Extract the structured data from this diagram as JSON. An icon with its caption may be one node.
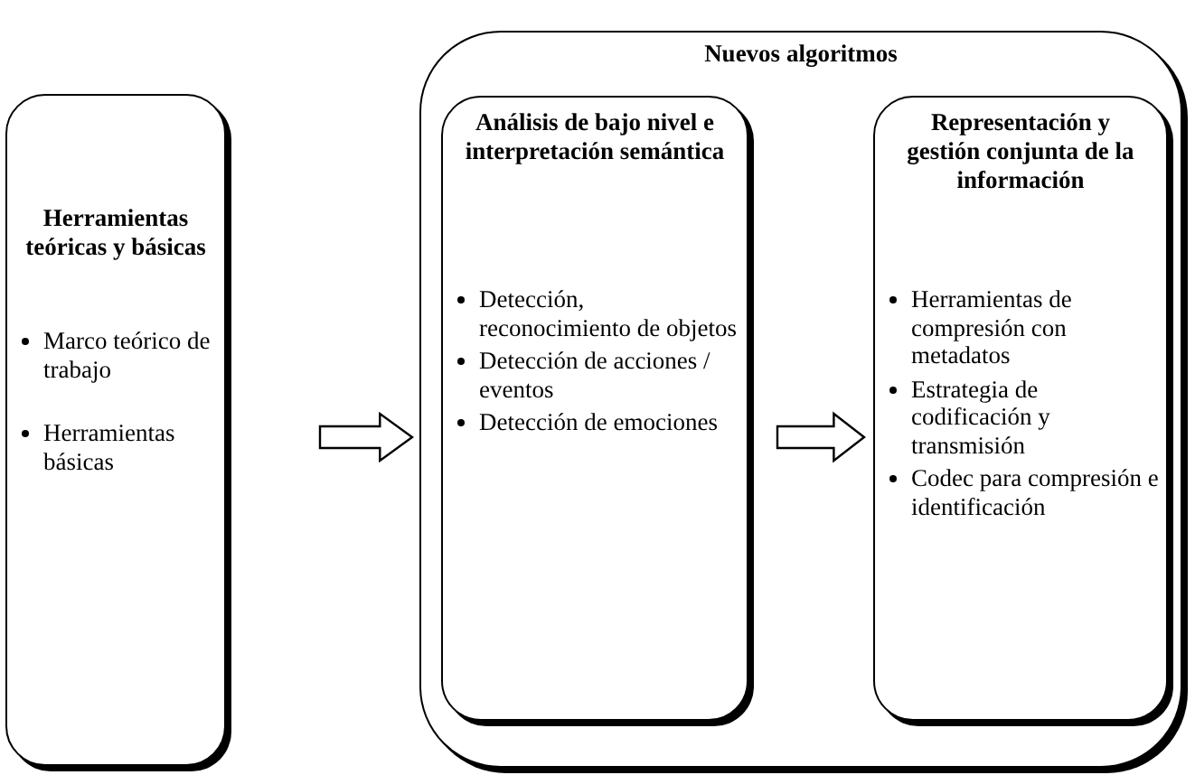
{
  "diagram": {
    "nodes": [
      {
        "text": [
          "Herramientas teóricas y básicas",
          "Marco teórico de trabajo",
          "Herramientas básicas"
        ]
      },
      {
        "text": [
          "Nuevos algoritmos"
        ]
      },
      {
        "text": [
          "Análisis de bajo nivel e interpretación semántica",
          "Detección, reconocimiento de objetos",
          "Detección de acciones / eventos",
          "Detección de emociones"
        ],
        "in": 1
      },
      {
        "text": [
          "Representación y gestión conjunta de la información",
          "Herramientas de compresión con metadatos",
          "Estrategia de codificación y transmisión",
          "Codec para compresión e identificación"
        ],
        "in": 1
      }
    ],
    "edges": [
      {
        "from": 0,
        "to": 1,
        "arrow": "to"
      },
      {
        "from": 2,
        "to": 3,
        "arrow": "to"
      }
    ]
  }
}
